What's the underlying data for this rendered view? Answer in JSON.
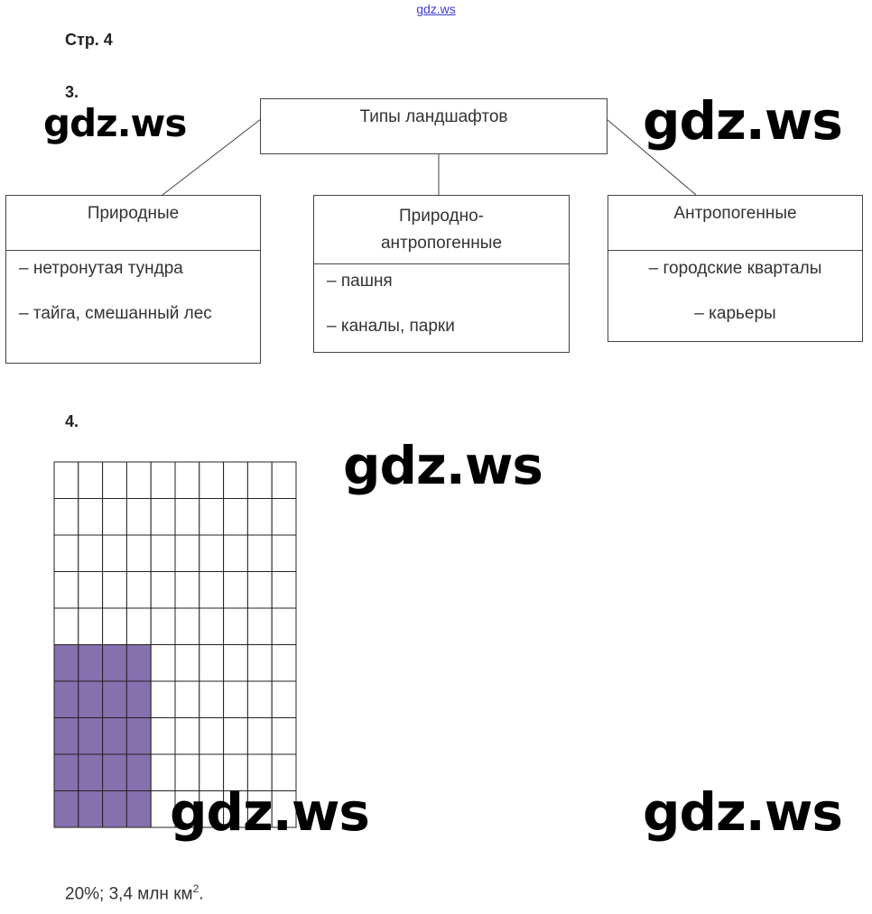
{
  "watermark_small": "gdz.ws",
  "watermarks": [
    "gdz.ws",
    "gdz.ws",
    "gdz.ws",
    "gdz.ws",
    "gdz.ws"
  ],
  "page_label": "Стр. 4",
  "task3": {
    "number": "3.",
    "root": "Типы ландшафтов",
    "branches": [
      {
        "title": "Природные",
        "items": [
          "– нетронутая тундра",
          "– тайга, смешанный лес"
        ]
      },
      {
        "title": "Природно-антропогенные",
        "items": [
          "– пашня",
          "– каналы, парки"
        ]
      },
      {
        "title": "Антропогенные",
        "items": [
          "– городские кварталы",
          "– карьеры"
        ]
      }
    ]
  },
  "task4": {
    "number": "4.",
    "grid": {
      "rows": 10,
      "cols": 10,
      "shaded_cols": 4,
      "shaded_rows": 5,
      "shaded_fraction": 0.2,
      "shade_color": "#8670ae"
    },
    "answer": "20%; 3,4 млн км",
    "answer_sup": "2",
    "answer_end": "."
  }
}
